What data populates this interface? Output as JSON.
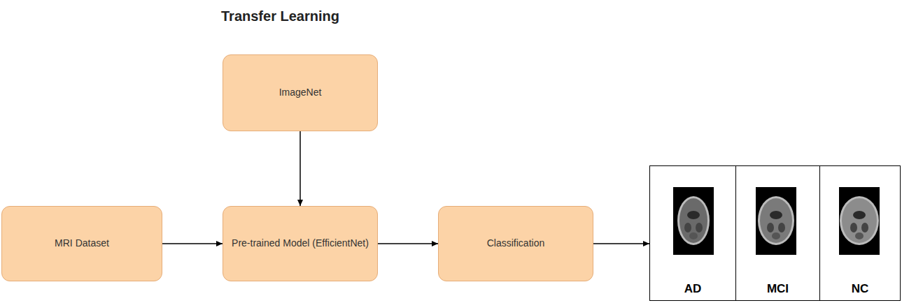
{
  "diagram": {
    "title": "Transfer Learning",
    "nodes": [
      {
        "text": [
          "ImageNet"
        ]
      },
      {
        "text": [
          "MRI Dataset"
        ]
      },
      {
        "text": [
          "Pre-trained Model (EfficientNet)"
        ]
      },
      {
        "text": [
          "Classification"
        ]
      },
      {
        "text": [
          "AD"
        ]
      },
      {
        "text": [
          "MCI"
        ]
      },
      {
        "text": [
          "NC"
        ]
      }
    ],
    "edges": [
      {
        "from": 0,
        "to": 2,
        "arrow": "to"
      },
      {
        "from": 1,
        "to": 2,
        "arrow": "to"
      },
      {
        "from": 2,
        "to": 3,
        "arrow": "to"
      },
      {
        "from": 3,
        "to": 4,
        "arrow": "to"
      }
    ]
  }
}
